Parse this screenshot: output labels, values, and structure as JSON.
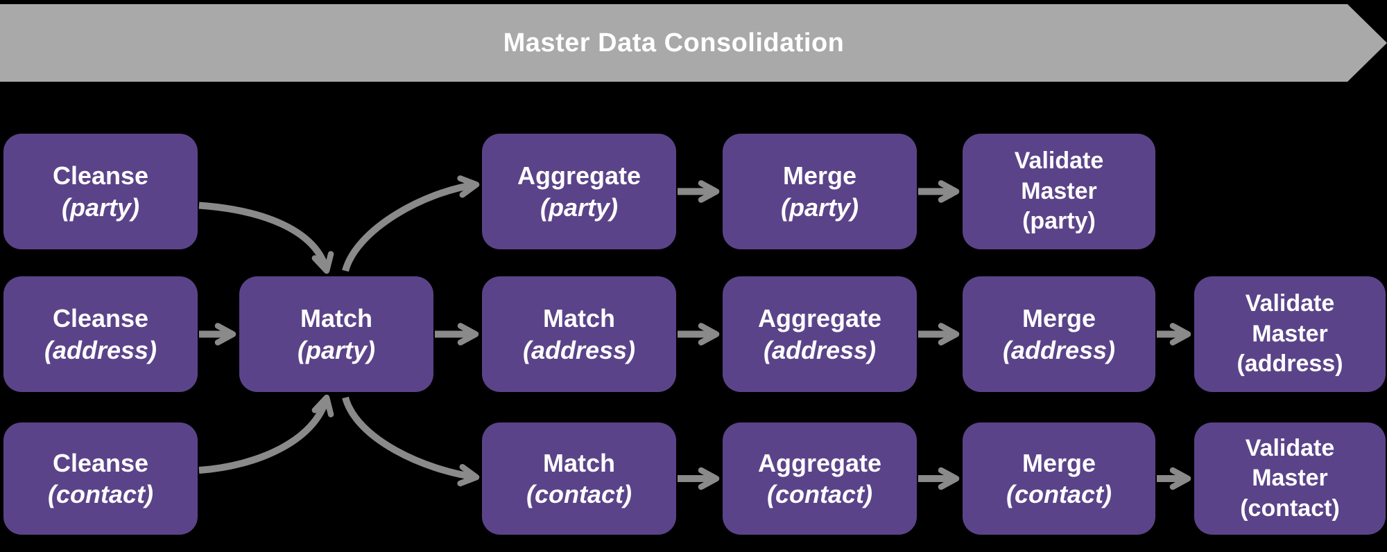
{
  "banner": {
    "title": "Master Data Consolidation"
  },
  "colors": {
    "background": "#000000",
    "node_fill": "#5b4389",
    "node_text": "#ffffff",
    "arrow": "#8a8a8a",
    "banner_bg": "#a9a9a9",
    "banner_text": "#ffffff"
  },
  "nodes": [
    {
      "id": "cleanse-party",
      "row": 1,
      "col": 1,
      "lines": [
        {
          "text": "Cleanse",
          "italic": false
        },
        {
          "text": "(party)",
          "italic": true
        }
      ]
    },
    {
      "id": "aggregate-party",
      "row": 1,
      "col": 3,
      "lines": [
        {
          "text": "Aggregate",
          "italic": false
        },
        {
          "text": "(party)",
          "italic": true
        }
      ]
    },
    {
      "id": "merge-party",
      "row": 1,
      "col": 4,
      "lines": [
        {
          "text": "Merge",
          "italic": false
        },
        {
          "text": "(party)",
          "italic": true
        }
      ]
    },
    {
      "id": "validate-master-party",
      "row": 1,
      "col": 5,
      "lines": [
        {
          "text": "Validate",
          "italic": false
        },
        {
          "text": "Master",
          "italic": false
        },
        {
          "text": "(party)",
          "italic": false
        }
      ]
    },
    {
      "id": "cleanse-address",
      "row": 2,
      "col": 1,
      "lines": [
        {
          "text": "Cleanse",
          "italic": false
        },
        {
          "text": "(address)",
          "italic": true
        }
      ]
    },
    {
      "id": "match-party",
      "row": 2,
      "col": 2,
      "lines": [
        {
          "text": "Match",
          "italic": false
        },
        {
          "text": "(party)",
          "italic": true
        }
      ]
    },
    {
      "id": "match-address",
      "row": 2,
      "col": 3,
      "lines": [
        {
          "text": "Match",
          "italic": false
        },
        {
          "text": "(address)",
          "italic": true
        }
      ]
    },
    {
      "id": "aggregate-address",
      "row": 2,
      "col": 4,
      "lines": [
        {
          "text": "Aggregate",
          "italic": false
        },
        {
          "text": "(address)",
          "italic": true
        }
      ]
    },
    {
      "id": "merge-address",
      "row": 2,
      "col": 5,
      "lines": [
        {
          "text": "Merge",
          "italic": false
        },
        {
          "text": "(address)",
          "italic": true
        }
      ]
    },
    {
      "id": "validate-master-address",
      "row": 2,
      "col": 6,
      "lines": [
        {
          "text": "Validate",
          "italic": false
        },
        {
          "text": "Master",
          "italic": false
        },
        {
          "text": "(address)",
          "italic": false
        }
      ]
    },
    {
      "id": "cleanse-contact",
      "row": 3,
      "col": 1,
      "lines": [
        {
          "text": "Cleanse",
          "italic": false
        },
        {
          "text": "(contact)",
          "italic": true
        }
      ]
    },
    {
      "id": "match-contact",
      "row": 3,
      "col": 3,
      "lines": [
        {
          "text": "Match",
          "italic": false
        },
        {
          "text": "(contact)",
          "italic": true
        }
      ]
    },
    {
      "id": "aggregate-contact",
      "row": 3,
      "col": 4,
      "lines": [
        {
          "text": "Aggregate",
          "italic": false
        },
        {
          "text": "(contact)",
          "italic": true
        }
      ]
    },
    {
      "id": "merge-contact",
      "row": 3,
      "col": 5,
      "lines": [
        {
          "text": "Merge",
          "italic": false
        },
        {
          "text": "(contact)",
          "italic": true
        }
      ]
    },
    {
      "id": "validate-master-contact",
      "row": 3,
      "col": 6,
      "lines": [
        {
          "text": "Validate",
          "italic": false
        },
        {
          "text": "Master",
          "italic": false
        },
        {
          "text": "(contact)",
          "italic": false
        }
      ]
    }
  ],
  "edges": [
    {
      "from": "aggregate-party",
      "to": "merge-party",
      "type": "straight"
    },
    {
      "from": "merge-party",
      "to": "validate-master-party",
      "type": "straight"
    },
    {
      "from": "cleanse-address",
      "to": "match-party",
      "type": "straight"
    },
    {
      "from": "match-party",
      "to": "match-address",
      "type": "straight"
    },
    {
      "from": "match-address",
      "to": "aggregate-address",
      "type": "straight"
    },
    {
      "from": "aggregate-address",
      "to": "merge-address",
      "type": "straight"
    },
    {
      "from": "merge-address",
      "to": "validate-master-address",
      "type": "straight"
    },
    {
      "from": "match-contact",
      "to": "aggregate-contact",
      "type": "straight"
    },
    {
      "from": "aggregate-contact",
      "to": "merge-contact",
      "type": "straight"
    },
    {
      "from": "merge-contact",
      "to": "validate-master-contact",
      "type": "straight"
    },
    {
      "from": "cleanse-party",
      "to": "match-party",
      "type": "right-to-top"
    },
    {
      "from": "match-party",
      "to": "aggregate-party",
      "type": "top-to-left"
    },
    {
      "from": "cleanse-contact",
      "to": "match-party",
      "type": "right-to-bottom"
    },
    {
      "from": "match-party",
      "to": "match-contact",
      "type": "bottom-to-left"
    }
  ]
}
